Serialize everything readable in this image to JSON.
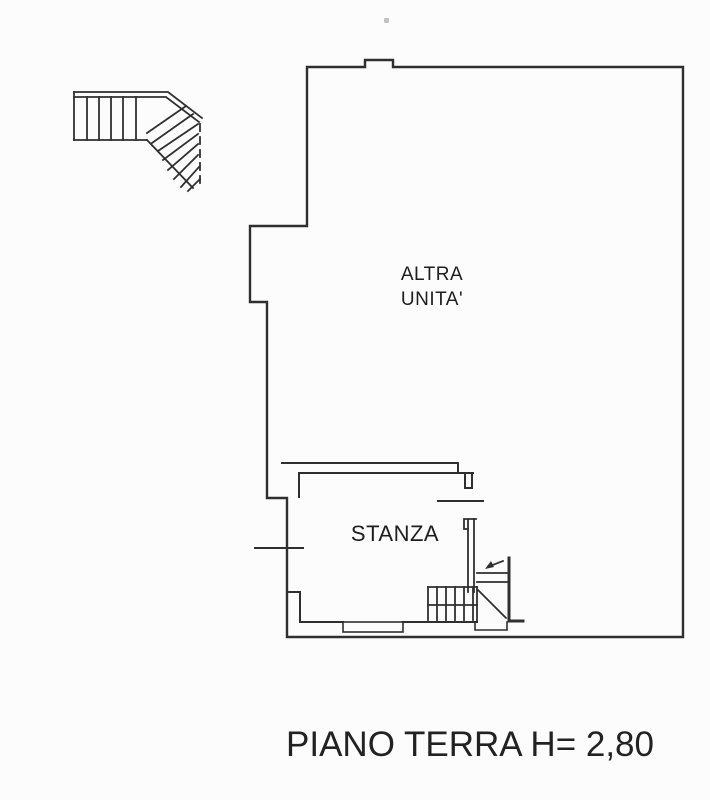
{
  "labels": {
    "large_room": {
      "line1": "ALTRA",
      "line2": "UNITA'"
    },
    "small_room": "STANZA",
    "caption": "PIANO TERRA H= 2,80"
  },
  "figures": {
    "upper_staircase": "staircase-plan-drawing",
    "room_staircase": "small-staircase-plan-drawing",
    "arrow": "direction-arrow-icon",
    "window": "window-symbol",
    "opening": "wall-opening-tick"
  },
  "colors": {
    "ink": "#2f2f2f",
    "paper": "#fcfcfc"
  }
}
